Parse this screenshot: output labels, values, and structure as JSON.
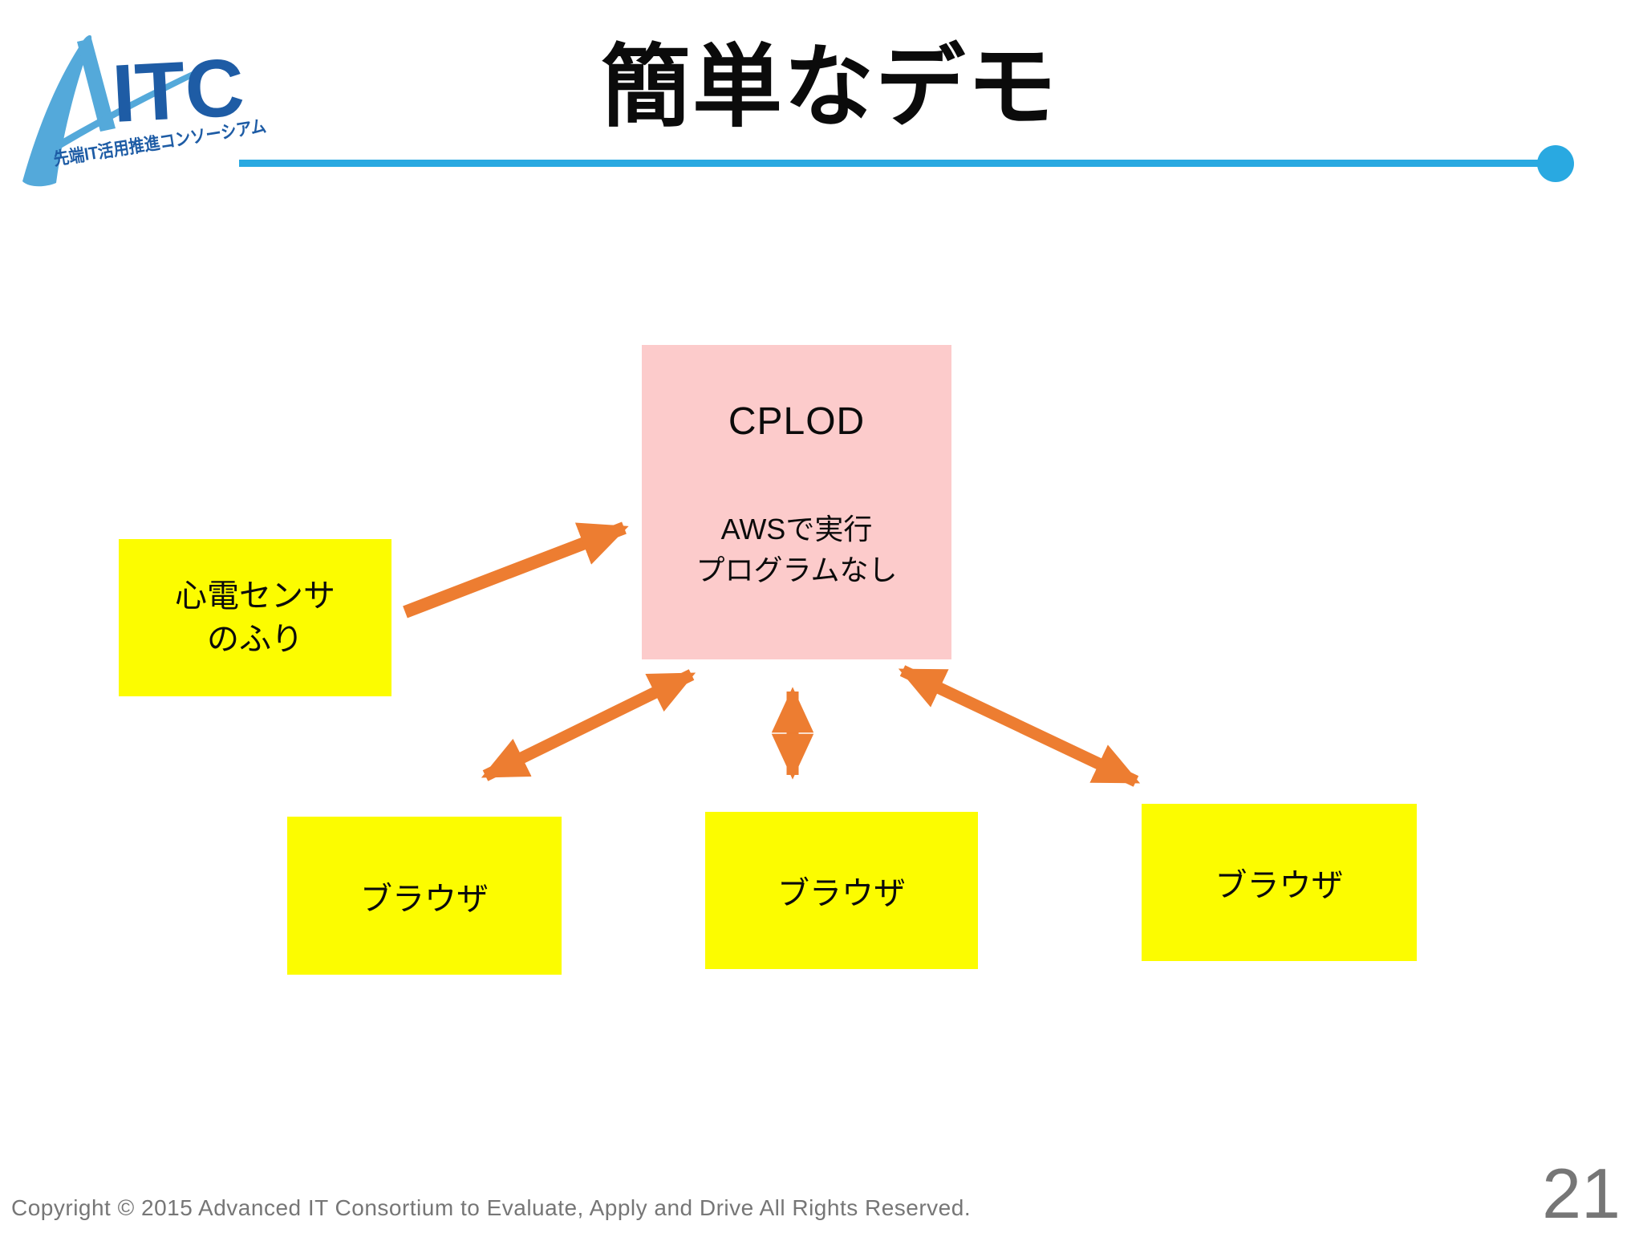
{
  "slide": {
    "title": "簡単なデモ",
    "footer": "Copyright © 2015 Advanced IT Consortium to Evaluate, Apply and Drive All Rights Reserved.",
    "page_number": "21"
  },
  "logo": {
    "name": "AITC",
    "letters": "ITC",
    "subtitle": "先端IT活用推進コンソーシアム"
  },
  "diagram": {
    "cplod_box": {
      "title": "CPLOD",
      "line1": "AWSで実行",
      "line2": "プログラムなし"
    },
    "sensor_box": {
      "line1": "心電センサ",
      "line2": "のふり"
    },
    "browser_boxes": [
      {
        "label": "ブラウザ"
      },
      {
        "label": "ブラウザ"
      },
      {
        "label": "ブラウザ"
      }
    ],
    "arrows": [
      {
        "name": "sensor-to-cplod",
        "type": "single-headed"
      },
      {
        "name": "cplod-to-browser-left",
        "type": "double-headed"
      },
      {
        "name": "cplod-to-browser-center",
        "type": "double-headed"
      },
      {
        "name": "cplod-to-browser-right",
        "type": "double-headed"
      }
    ]
  },
  "colors": {
    "accent_blue": "#29A9E1",
    "logo_dark_blue": "#1E5CA5",
    "logo_light_blue": "#54A9DA",
    "box_pink": "#FCCBCB",
    "box_yellow": "#FCFC00",
    "arrow_orange": "#ED7D31",
    "footer_gray": "#767676"
  }
}
